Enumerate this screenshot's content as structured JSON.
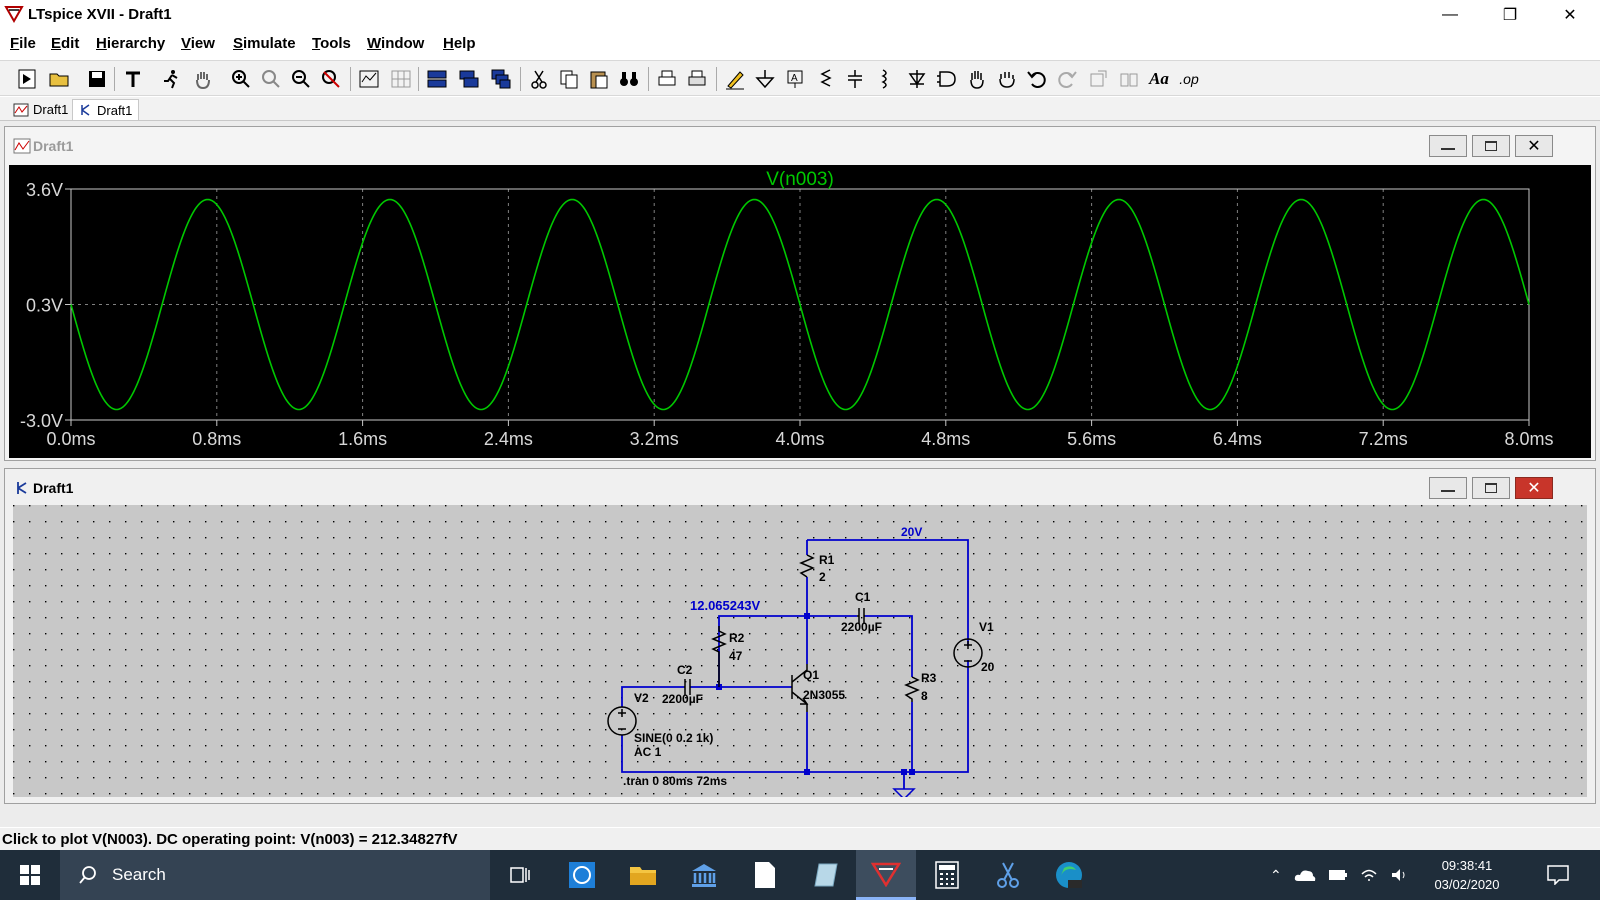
{
  "window": {
    "title": "LTspice XVII - Draft1"
  },
  "menu": [
    {
      "label": "File",
      "underline": "F"
    },
    {
      "label": "Edit",
      "underline": "E"
    },
    {
      "label": "Hierarchy",
      "underline": "H"
    },
    {
      "label": "View",
      "underline": "V"
    },
    {
      "label": "Simulate",
      "underline": "S"
    },
    {
      "label": "Tools",
      "underline": "T"
    },
    {
      "label": "Window",
      "underline": "W"
    },
    {
      "label": "Help",
      "underline": "H"
    }
  ],
  "tabs": [
    {
      "label": "Draft1",
      "icon": "waveform-icon"
    },
    {
      "label": "Draft1",
      "icon": "schematic-icon"
    }
  ],
  "plot_window": {
    "title": "Draft1"
  },
  "schematic_window": {
    "title": "Draft1"
  },
  "chart_data": {
    "type": "line",
    "title": "V(n003)",
    "series": [
      {
        "name": "V(n003)",
        "color": "#00c800",
        "amplitude": 3.0,
        "offset": 0.3,
        "frequency_khz": 1.0
      }
    ],
    "x_ticks": [
      "0.0ms",
      "0.8ms",
      "1.6ms",
      "2.4ms",
      "3.2ms",
      "4.0ms",
      "4.8ms",
      "5.6ms",
      "6.4ms",
      "7.2ms",
      "8.0ms"
    ],
    "y_ticks": [
      "3.6V",
      "0.3V",
      "-3.0V"
    ],
    "xlim": [
      0,
      8
    ],
    "ylim": [
      -3.0,
      3.6
    ],
    "background": "#000000",
    "grid": true
  },
  "schematic": {
    "net_20v": "20V",
    "net_12v": "12.065243V",
    "R1": {
      "name": "R1",
      "value": "2"
    },
    "R2": {
      "name": "R2",
      "value": "47"
    },
    "R3": {
      "name": "R3",
      "value": "8"
    },
    "C1": {
      "name": "C1",
      "value": "2200µF"
    },
    "C2": {
      "name": "C2",
      "value": "2200µF"
    },
    "Q1": {
      "name": "Q1",
      "value": "2N3055"
    },
    "V1": {
      "name": "V1",
      "value": "20"
    },
    "V2": {
      "name": "V2",
      "value1": "SINE(0 0.2 1k)",
      "value2": "AC 1"
    },
    "directive": ".tran 0 80ms 72ms"
  },
  "status": {
    "text": "Click to plot V(N003).  DC operating point: V(n003) = 212.34827fV"
  },
  "taskbar": {
    "search": "Search",
    "time": "09:38:41",
    "date": "03/02/2020"
  },
  "colors": {
    "wire": "#0000cc",
    "grid_bg": "#c8c8c8",
    "trace": "#00c800"
  }
}
